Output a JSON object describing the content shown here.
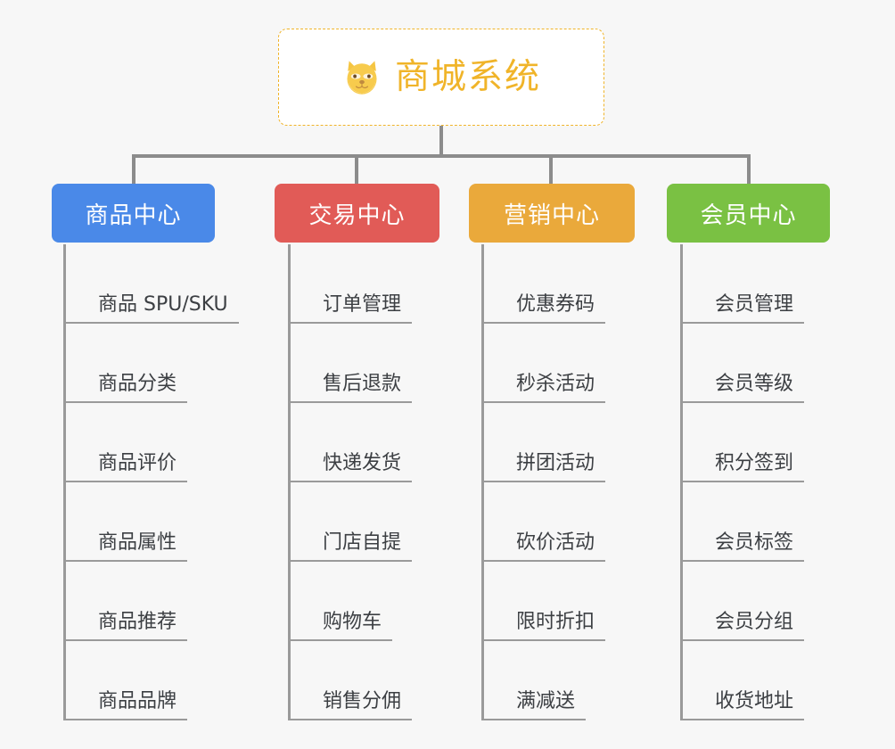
{
  "root": {
    "title": "商城系统",
    "icon": "shiba-dog-face-icon",
    "border_color": "#f0b429",
    "text_color": "#f0b429",
    "background": "#ffffff"
  },
  "canvas": {
    "background": "#f7f7f7",
    "connector_color": "#8c8c8c"
  },
  "columns": [
    {
      "header": "商品中心",
      "color": "#4a89e8",
      "items": [
        "商品 SPU/SKU",
        "商品分类",
        "商品评价",
        "商品属性",
        "商品推荐",
        "商品品牌"
      ]
    },
    {
      "header": "交易中心",
      "color": "#e15b57",
      "items": [
        "订单管理",
        "售后退款",
        "快递发货",
        "门店自提",
        "购物车",
        "销售分佣"
      ]
    },
    {
      "header": "营销中心",
      "color": "#eaa93b",
      "items": [
        "优惠券码",
        "秒杀活动",
        "拼团活动",
        "砍价活动",
        "限时折扣",
        "满减送"
      ]
    },
    {
      "header": "会员中心",
      "color": "#7ac143",
      "items": [
        "会员管理",
        "会员等级",
        "积分签到",
        "会员标签",
        "会员分组",
        "收货地址"
      ]
    }
  ]
}
